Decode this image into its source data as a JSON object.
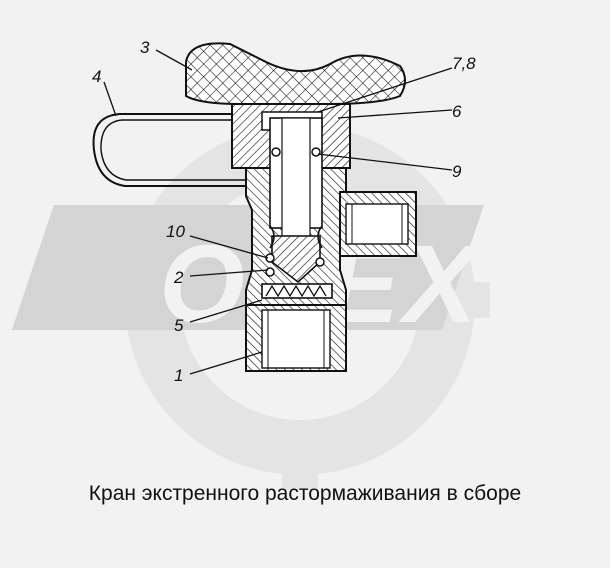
{
  "callouts": {
    "c1": "1",
    "c2": "2",
    "c3": "3",
    "c4": "4",
    "c5": "5",
    "c6": "6",
    "c78": "7,8",
    "c9": "9",
    "c10": "10"
  },
  "watermark": {
    "text": "OPEX",
    "color": "#d8d8d8"
  },
  "caption": "Кран экстренного растормаживания в сборе",
  "colors": {
    "line": "#111111",
    "background": "#f2f2f2"
  }
}
